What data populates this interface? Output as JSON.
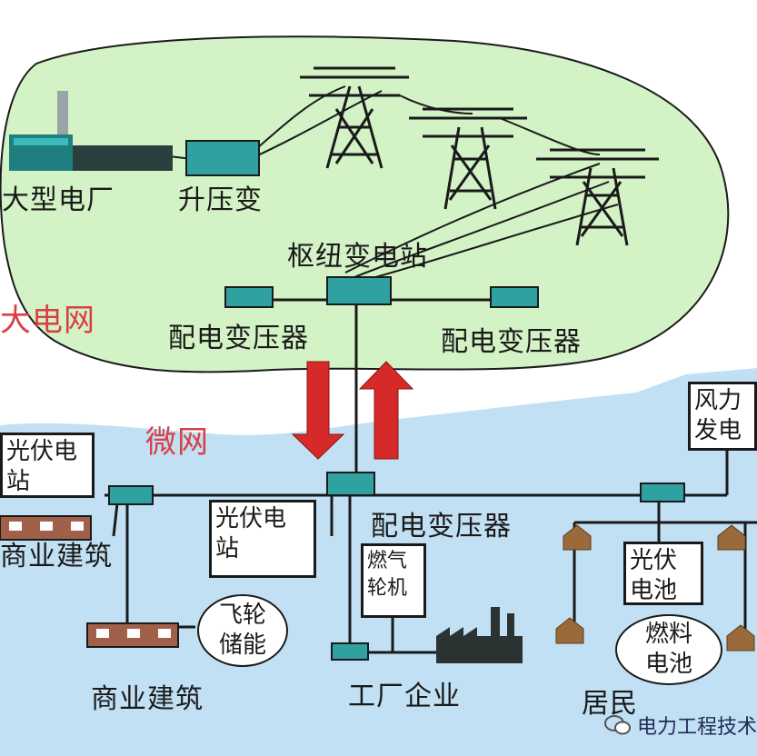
{
  "grid_area": {
    "label": "大电网",
    "plant": "大型电厂",
    "step_up": "升压变",
    "hub": "枢纽变电站",
    "dist_left": "配电变压器",
    "dist_right": "配电变压器"
  },
  "micro_area": {
    "label": "微网",
    "dist": "配电变压器",
    "pv_top_left": "光伏电\n站",
    "pv_center": "光伏电\n站",
    "wind": "风力\n发电",
    "gas_turbine": "燃气\n轮机",
    "flywheel": "飞轮\n储能",
    "pv_battery": "光伏\n电池",
    "fuel_cell": "燃料\n电池",
    "commercial_top": "商业建筑",
    "commercial_bottom": "商业建筑",
    "factory": "工厂企业",
    "residential": "居民"
  },
  "watermark": "电力工程技术",
  "colors": {
    "grid_fill": "#d3f2c6",
    "micro_fill": "#c2e0f4",
    "arrow": "#d62a2a",
    "equipment": "#2fa1a1"
  }
}
